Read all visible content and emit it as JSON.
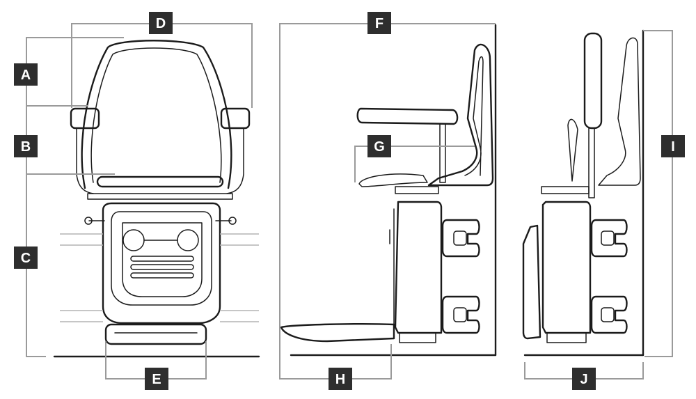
{
  "labels": [
    {
      "id": "A",
      "text": "A"
    },
    {
      "id": "B",
      "text": "B"
    },
    {
      "id": "C",
      "text": "C"
    },
    {
      "id": "D",
      "text": "D"
    },
    {
      "id": "E",
      "text": "E"
    },
    {
      "id": "F",
      "text": "F"
    },
    {
      "id": "G",
      "text": "G"
    },
    {
      "id": "H",
      "text": "H"
    },
    {
      "id": "I",
      "text": "I"
    },
    {
      "id": "J",
      "text": "J"
    }
  ],
  "colors": {
    "outline": "#1b1b1b",
    "dimension_line": "#9a9a9a",
    "label_box": "#2e2e2e",
    "label_text": "#ffffff"
  }
}
